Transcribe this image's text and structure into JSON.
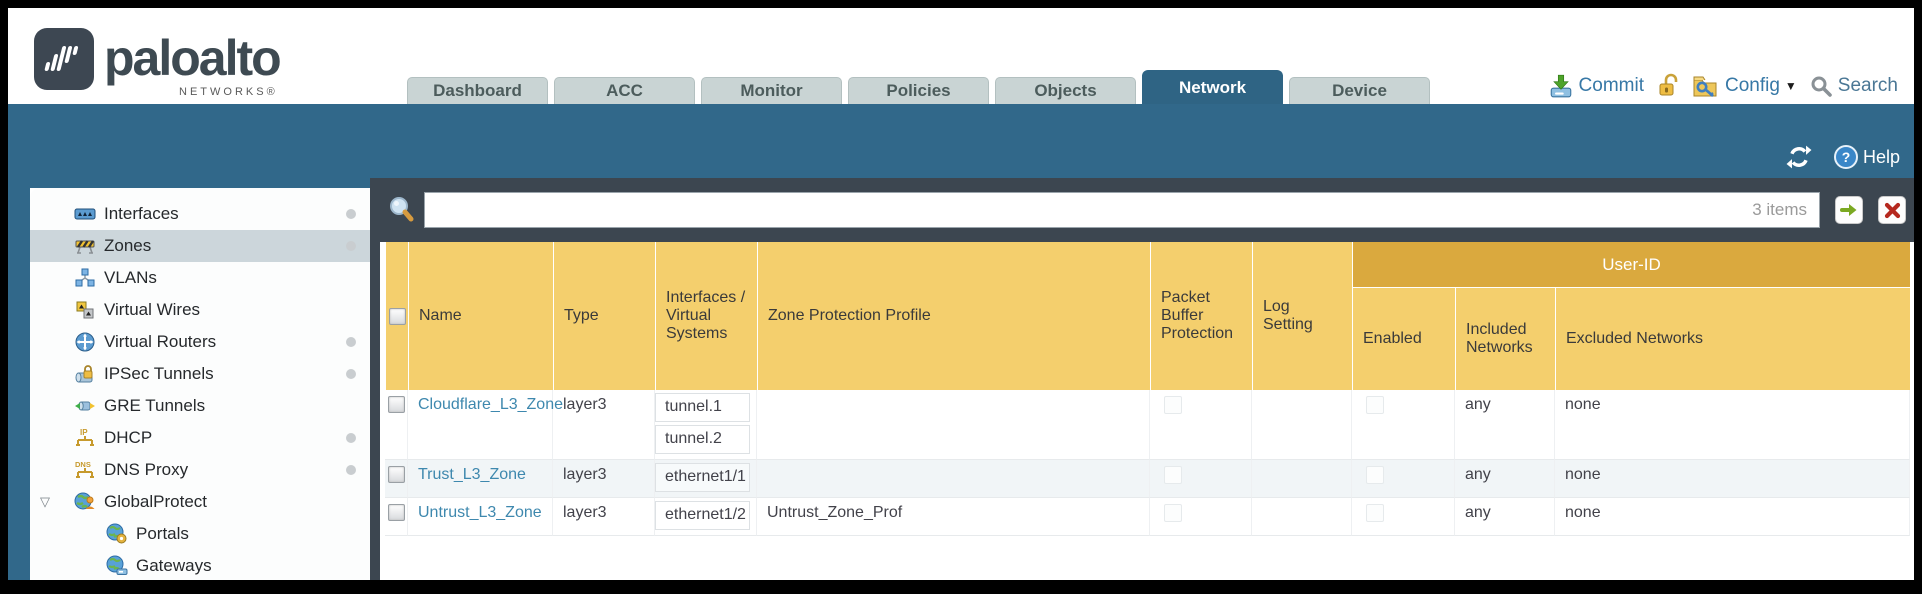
{
  "brand": {
    "name": "paloalto",
    "sub": "NETWORKS®"
  },
  "nav": {
    "tabs": [
      {
        "label": "Dashboard",
        "active": false
      },
      {
        "label": "ACC",
        "active": false
      },
      {
        "label": "Monitor",
        "active": false
      },
      {
        "label": "Policies",
        "active": false
      },
      {
        "label": "Objects",
        "active": false
      },
      {
        "label": "Network",
        "active": true
      },
      {
        "label": "Device",
        "active": false
      }
    ],
    "actions": {
      "commit": "Commit",
      "config": "Config",
      "search": "Search"
    }
  },
  "toolbar": {
    "help": "Help"
  },
  "filter": {
    "value": "",
    "count": "3 items"
  },
  "sidebar": {
    "items": [
      {
        "label": "Interfaces",
        "icon": "interfaces-icon",
        "dot": true,
        "selected": false,
        "indent": false,
        "expandable": false
      },
      {
        "label": "Zones",
        "icon": "zones-icon",
        "dot": true,
        "selected": true,
        "indent": false,
        "expandable": false
      },
      {
        "label": "VLANs",
        "icon": "vlans-icon",
        "dot": false,
        "selected": false,
        "indent": false,
        "expandable": false
      },
      {
        "label": "Virtual Wires",
        "icon": "virtual-wires-icon",
        "dot": false,
        "selected": false,
        "indent": false,
        "expandable": false
      },
      {
        "label": "Virtual Routers",
        "icon": "virtual-routers-icon",
        "dot": true,
        "selected": false,
        "indent": false,
        "expandable": false
      },
      {
        "label": "IPSec Tunnels",
        "icon": "ipsec-tunnels-icon",
        "dot": true,
        "selected": false,
        "indent": false,
        "expandable": false
      },
      {
        "label": "GRE Tunnels",
        "icon": "gre-tunnels-icon",
        "dot": false,
        "selected": false,
        "indent": false,
        "expandable": false
      },
      {
        "label": "DHCP",
        "icon": "dhcp-icon",
        "dot": true,
        "selected": false,
        "indent": false,
        "expandable": false
      },
      {
        "label": "DNS Proxy",
        "icon": "dns-proxy-icon",
        "dot": true,
        "selected": false,
        "indent": false,
        "expandable": false
      },
      {
        "label": "GlobalProtect",
        "icon": "globalprotect-icon",
        "dot": false,
        "selected": false,
        "indent": false,
        "expandable": true
      },
      {
        "label": "Portals",
        "icon": "portals-icon",
        "dot": false,
        "selected": false,
        "indent": true,
        "expandable": false
      },
      {
        "label": "Gateways",
        "icon": "gateways-icon",
        "dot": false,
        "selected": false,
        "indent": true,
        "expandable": false
      }
    ]
  },
  "table": {
    "group_header": "User-ID",
    "columns": [
      "Name",
      "Type",
      "Interfaces / Virtual Systems",
      "Zone Protection Profile",
      "Packet Buffer Protection",
      "Log Setting",
      "Enabled",
      "Included Networks",
      "Excluded Networks"
    ],
    "rows": [
      {
        "name": "Cloudflare_L3_Zone",
        "type": "layer3",
        "interfaces": [
          "tunnel.1",
          "tunnel.2"
        ],
        "zone_protection_profile": "",
        "packet_buffer_protection": false,
        "log_setting": "",
        "enabled": false,
        "included_networks": "any",
        "excluded_networks": "none"
      },
      {
        "name": "Trust_L3_Zone",
        "type": "layer3",
        "interfaces": [
          "ethernet1/1"
        ],
        "zone_protection_profile": "",
        "packet_buffer_protection": false,
        "log_setting": "",
        "enabled": false,
        "included_networks": "any",
        "excluded_networks": "none"
      },
      {
        "name": "Untrust_L3_Zone",
        "type": "layer3",
        "interfaces": [
          "ethernet1/2"
        ],
        "zone_protection_profile": "Untrust_Zone_Prof",
        "packet_buffer_protection": false,
        "log_setting": "",
        "enabled": false,
        "included_networks": "any",
        "excluded_networks": "none"
      }
    ]
  },
  "colors": {
    "teal": "#31688a",
    "active_tab": "#2f6484",
    "slate": "#3c4650",
    "header_gold": "#f4cf6d",
    "group_gold": "#daa93e",
    "link_blue": "#3e88ae",
    "action_blue": "#3778a6",
    "selected_item_bg": "#ccd6db",
    "alt_row_bg": "#f1f5f7"
  }
}
